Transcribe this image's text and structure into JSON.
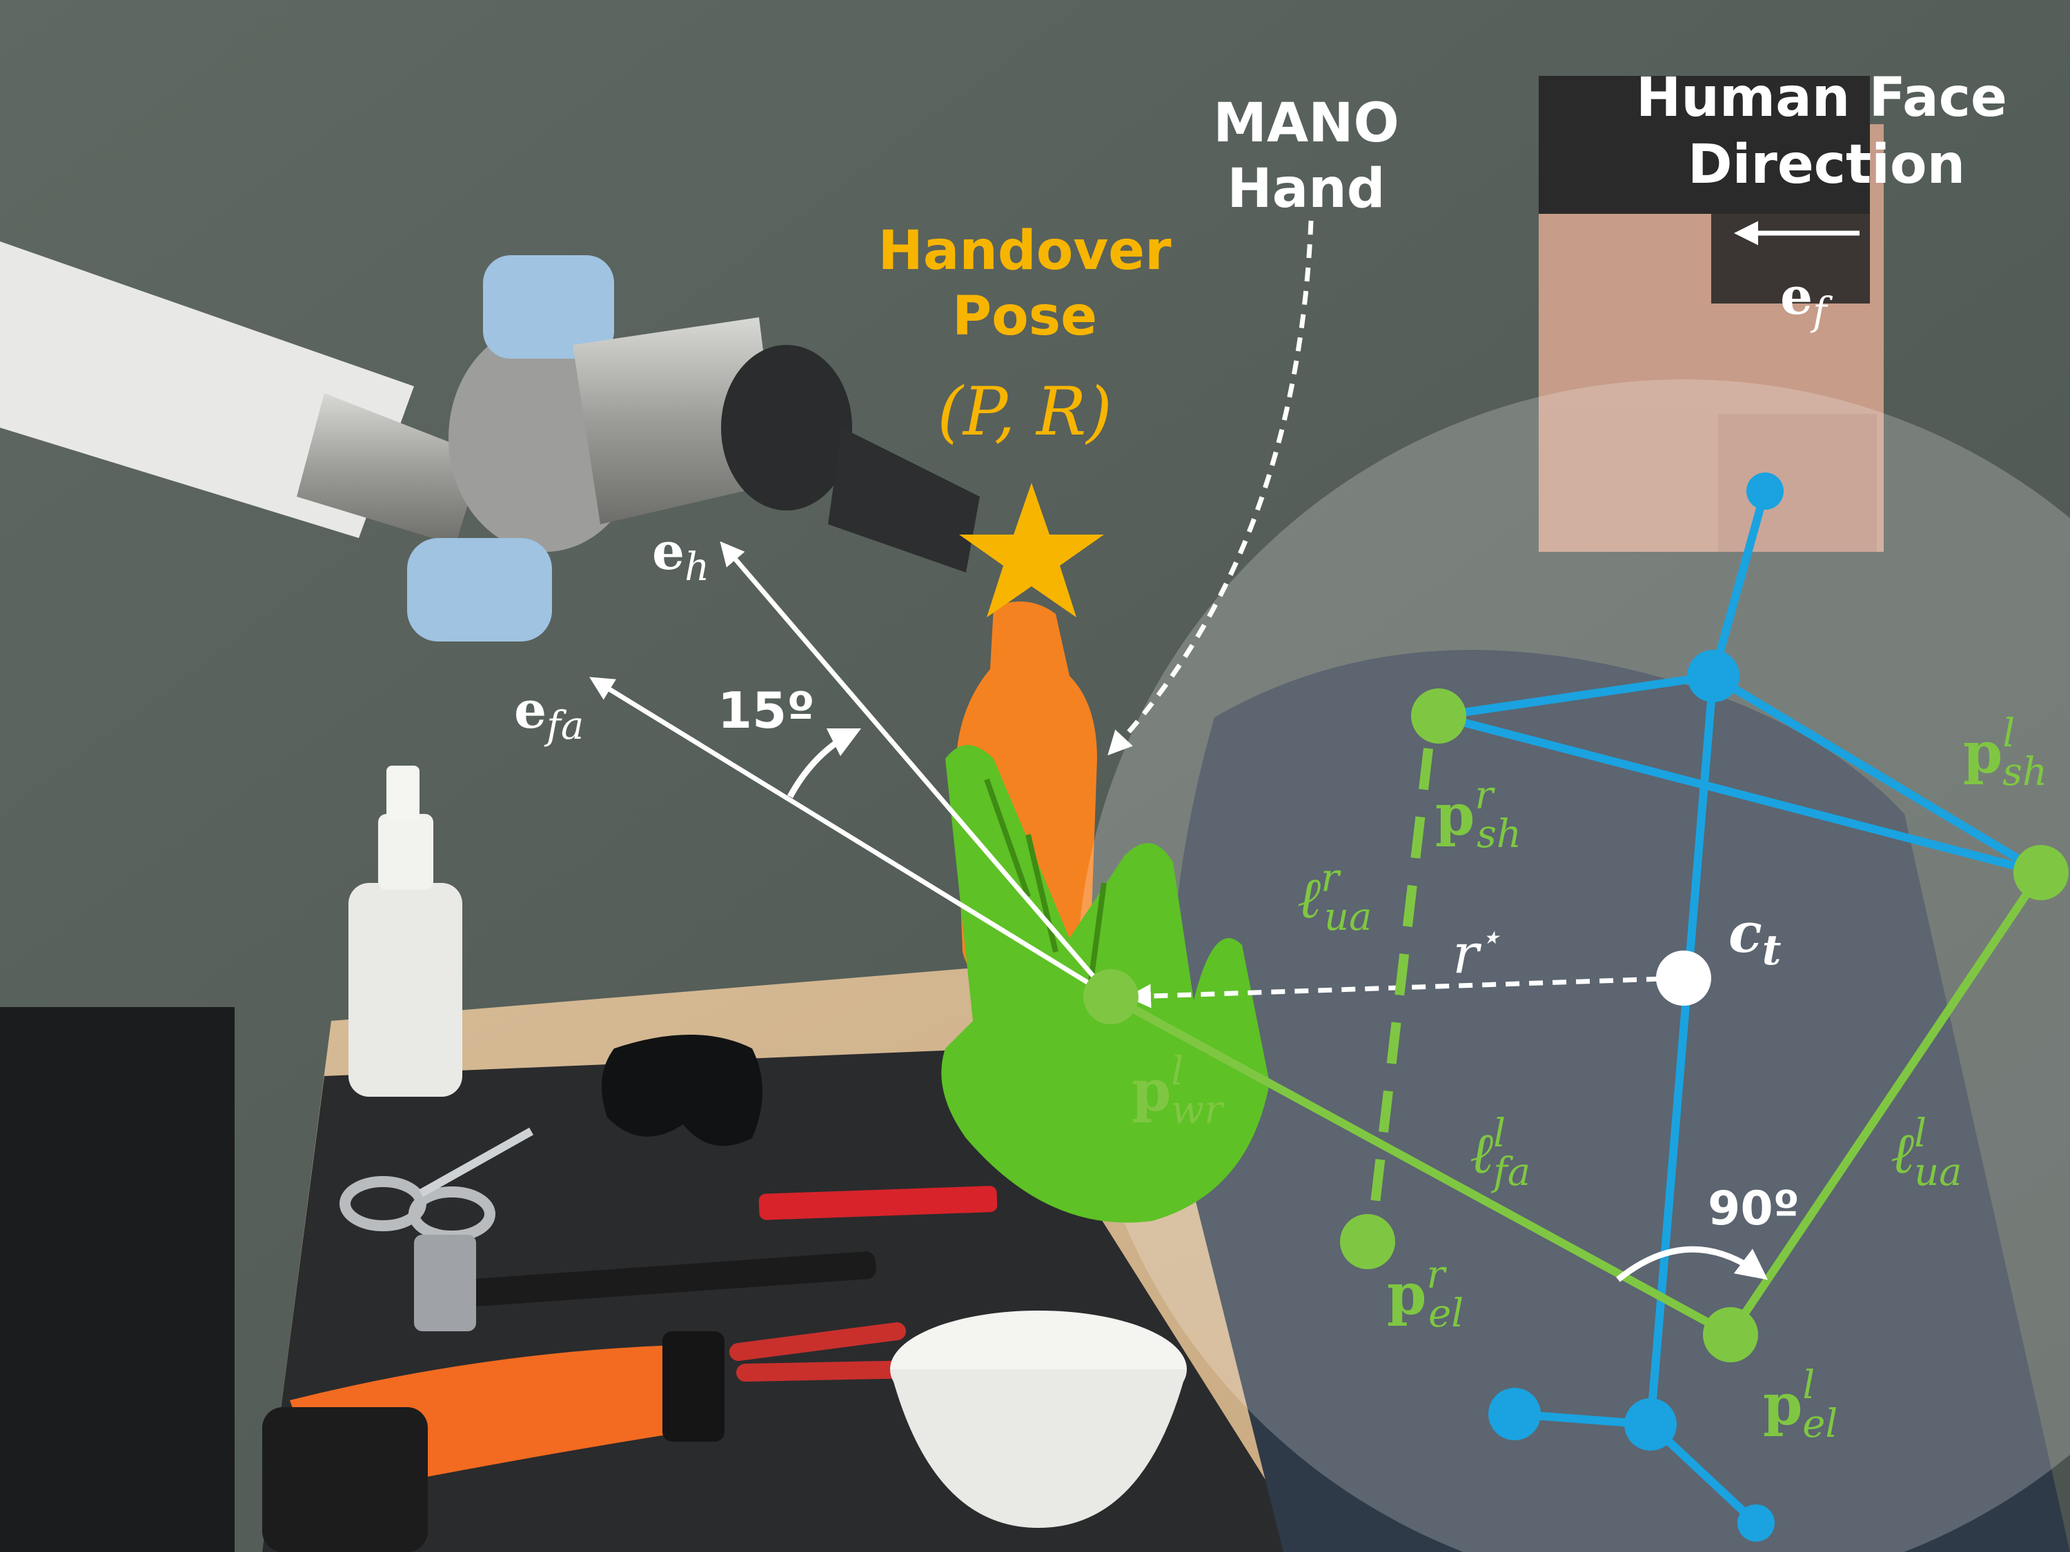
{
  "labels": {
    "mano_line1": "MANO",
    "mano_line2": "Hand",
    "handover_line1": "Handover",
    "handover_line2": "Pose",
    "handover_math": "(P, R)",
    "face_line1": "Human Face",
    "face_line2": "Direction",
    "angle_15": "15º",
    "angle_90": "90º"
  },
  "math": {
    "e_h": {
      "base": "e",
      "sub": "h"
    },
    "e_fa": {
      "base": "e",
      "sub": "fa"
    },
    "e_f": {
      "base": "e",
      "sub": "f"
    },
    "c_t": {
      "base": "c",
      "sub": "t"
    },
    "r_star": {
      "base": "r",
      "sup": "⋆"
    },
    "p_sh_r": {
      "base": "p",
      "sup": "r",
      "sub": "sh"
    },
    "p_sh_l": {
      "base": "p",
      "sup": "l",
      "sub": "sh"
    },
    "p_wr_l": {
      "base": "p",
      "sup": "l",
      "sub": "wr"
    },
    "p_el_r": {
      "base": "p",
      "sup": "r",
      "sub": "el"
    },
    "p_el_l": {
      "base": "p",
      "sup": "l",
      "sub": "el"
    },
    "l_ua_r": {
      "base": "ℓ",
      "sup": "r",
      "sub": "ua"
    },
    "l_fa_l": {
      "base": "ℓ",
      "sup": "l",
      "sub": "fa"
    },
    "l_ua_l": {
      "base": "ℓ",
      "sup": "l",
      "sub": "ua"
    }
  },
  "colors": {
    "green": "#7fc742",
    "blue": "#1aa3e0",
    "orange": "#f7b500",
    "white": "#ffffff"
  }
}
